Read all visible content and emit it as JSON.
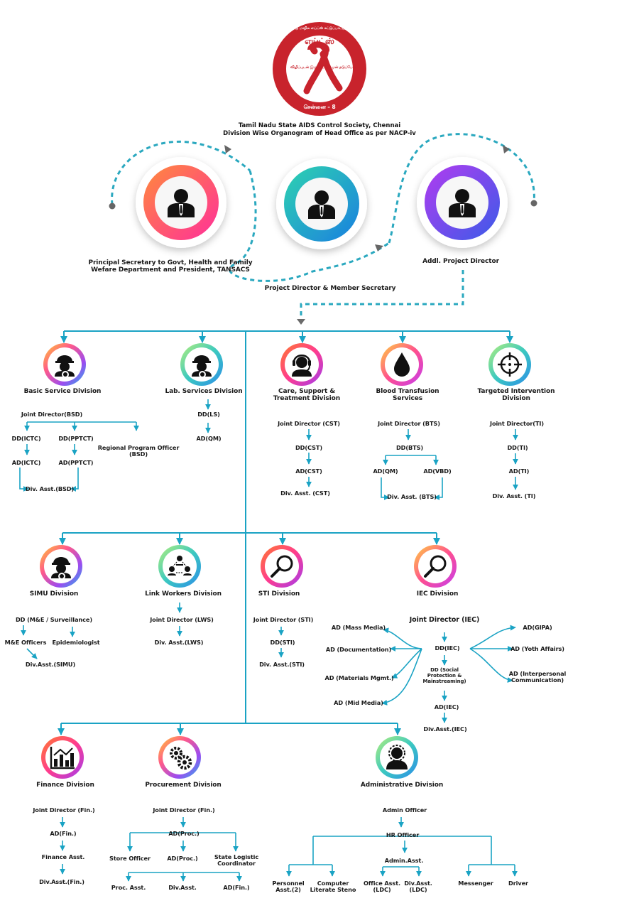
{
  "header": {
    "logo_text_top": "எய்ட்ஸ்",
    "logo_ring_text": "தமிழ்நாடு மாநில எய்ட்ஸ் கட்டுப்பாட்டு சங்கம்",
    "logo_bottom_text": "சென்னை – 8",
    "logo_left_text": "விழிப்புடன் இருப்போம்",
    "logo_right_text": "வருமுன் தடுப்போம்",
    "org_name": "Tamil Nadu State AIDS Control Society, Chennai",
    "subtitle": "Division Wise Organogram of Head Office as per NACP-iv"
  },
  "leadership": [
    {
      "title": "Principal Secretary to Govt, Health and Family\nWefare Department and President, TANSACS",
      "icon": "person-icon"
    },
    {
      "title": "Project Director & Member Secretary",
      "icon": "person-icon"
    },
    {
      "title": "Addl. Project Director",
      "icon": "person-icon"
    }
  ],
  "divisions": {
    "bsd": {
      "name": "Basic Service Division",
      "icon": "worker-gear-icon",
      "jd": "Joint Director(BSD)",
      "dd1": "DD(ICTC)",
      "dd2": "DD(PPTCT)",
      "rpo": "Regional Program Officer\n(BSD)",
      "ad1": "AD(ICTC)",
      "ad2": "AD(PPTCT)",
      "div": "Div. Asst.(BSD)"
    },
    "lab": {
      "name": "Lab. Services Division",
      "icon": "worker-gear-icon",
      "dd": "DD(LS)",
      "ad": "AD(QM)"
    },
    "cst": {
      "name": "Care, Support &\nTreatment Division",
      "icon": "headset-icon",
      "jd": "Joint Director (CST)",
      "dd": "DD(CST)",
      "ad": "AD(CST)",
      "div": "Div. Asst. (CST)"
    },
    "bts": {
      "name": "Blood Transfusion\nServices",
      "icon": "blood-drop-icon",
      "jd": "Joint Director (BTS)",
      "dd": "DD(BTS)",
      "ad1": "AD(QM)",
      "ad2": "AD(VBD)",
      "div": "Div. Asst. (BTS)"
    },
    "ti": {
      "name": "Targeted Intervention\nDivision",
      "icon": "crosshair-icon",
      "jd": "Joint Director(TI)",
      "dd": "DD(TI)",
      "ad": "AD(TI)",
      "div": "Div. Asst. (TI)"
    },
    "simu": {
      "name": "SIMU Division",
      "icon": "worker-gear-icon",
      "dd": "DD (M&E / Surveillance)",
      "me": "M&E Officers",
      "epi": "Epidemiologist",
      "div": "Div.Asst.(SIMU)"
    },
    "lws": {
      "name": "Link Workers Division",
      "icon": "network-people-icon",
      "jd": "Joint Director (LWS)",
      "div": "Div. Asst.(LWS)"
    },
    "sti": {
      "name": "STI Division",
      "icon": "magnifier-icon",
      "jd": "Joint Director (STI)",
      "dd": "DD(STI)",
      "div": "Div. Asst.(STI)"
    },
    "iec": {
      "name": "IEC Division",
      "icon": "magnifier-icon",
      "jd": "Joint Director (IEC)",
      "dd": "DD(IEC)",
      "left": [
        "AD (Mass Media)",
        "AD (Documentation)",
        "AD (Materials Mgmt.)",
        "AD (Mid Media)"
      ],
      "right": [
        "AD(GIPA)",
        "AD (Yoth Affairs)",
        "AD (Interpersonal\nCommunication)"
      ],
      "ddsp": "DD (Social\nProtection &\nMainstreaming)",
      "ad": "AD(IEC)",
      "div": "Div.Asst.(IEC)"
    },
    "fin": {
      "name": "Finance Division",
      "icon": "bar-chart-icon",
      "jd": "Joint Director (Fin.)",
      "ad": "AD(Fin.)",
      "fa": "Finance Asst.",
      "div": "Div.Asst.(Fin.)"
    },
    "proc": {
      "name": "Procurement Division",
      "icon": "gears-icon",
      "jd": "Joint Director (Fin.)",
      "ad": "AD(Proc.)",
      "store": "Store Officer",
      "ad2": "AD(Proc.)",
      "slc": "State Logistic\nCoordinator",
      "pa": "Proc. Asst.",
      "da": "Div.Asst.",
      "adf": "AD(Fin.)"
    },
    "admin": {
      "name": "Administrative Division",
      "icon": "admin-person-icon",
      "ao": "Admin Officer",
      "hr": "HR Officer",
      "pers": "Personnel\nAsst.(2)",
      "cls": "Computer\nLiterate Steno",
      "aa": "Admin.Asst.",
      "oa": "Office Asst.\n(LDC)",
      "da": "Div.Asst.\n(LDC)",
      "mess": "Messenger",
      "drv": "Driver"
    }
  },
  "colors": {
    "line": "#1aa3c4",
    "dash": "#2aa8bf",
    "arrow_gray": "#6b6b6b"
  }
}
